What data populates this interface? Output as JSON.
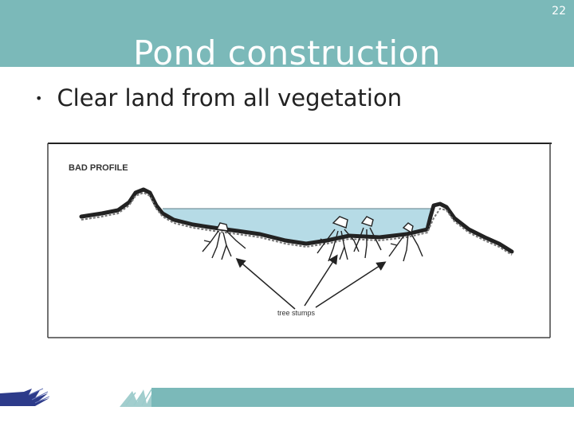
{
  "slide": {
    "page_number": "22",
    "title": "Pond construction",
    "bullets": [
      "Clear land from all vegetation"
    ]
  },
  "figure": {
    "heading": "BAD PROFILE",
    "callout_label": "tree stumps"
  },
  "colors": {
    "header": "#7bb9b9",
    "water": "#b6dbe6",
    "footer_bar": "#7bb9b9",
    "footer_accent": "#2d3b8a"
  }
}
